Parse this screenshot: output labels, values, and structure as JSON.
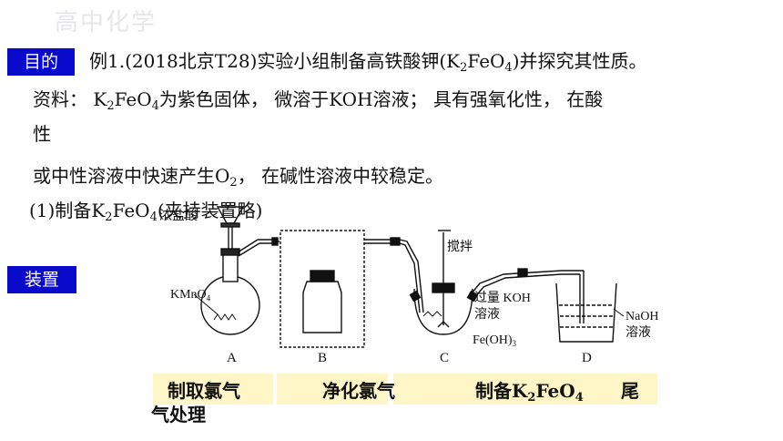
{
  "watermark": "高中化学",
  "badges": {
    "goal": "目的",
    "device": "装置"
  },
  "text": {
    "example_a": "例1.(2018北京T28)实验小组制备高铁酸钾(K",
    "example_b": "FeO",
    "example_c": ")并探究其性质。",
    "ref_a": "资料： K",
    "ref_b": "FeO",
    "ref_c": "为紫色固体， 微溶于KOH溶液； 具有强氧化性， 在酸",
    "ref_d": "性",
    "ref_e": "或中性溶液中快速产生O",
    "ref_f": "， 在碱性溶液中较稳定。",
    "part1_a": "(1)制备K",
    "part1_b": "FeO",
    "part1_c": "(夹持装置略)",
    "sub2": "2",
    "sub4": "4"
  },
  "figure": {
    "kmno4": "KMnO",
    "stir": "搅拌",
    "koh_a": "过量 KOH",
    "koh_b": "溶液",
    "feoh_a": "Fe(OH)",
    "feoh_b": "3",
    "naoh_a": "NaOH",
    "naoh_b": "溶液",
    "hcl": "浓盐酸",
    "cap_a": "A",
    "cap_b": "B",
    "cap_c": "C",
    "cap_d": "D"
  },
  "steps": {
    "s1": "制取氯气",
    "s2": "净化氯气",
    "s3_a": "制备K",
    "s3_b": "FeO",
    "s4_a": "尾",
    "s4_b": "气处理"
  }
}
